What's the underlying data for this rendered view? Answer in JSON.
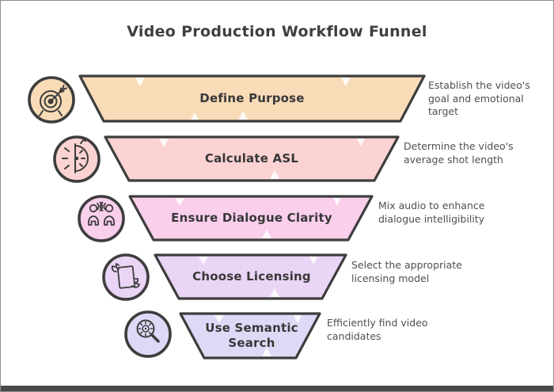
{
  "title": "Video Production Workflow Funnel",
  "theme": {
    "background": "#ffffff",
    "outline_color": "#3d3d3d",
    "title_color": "#3f3f3f",
    "description_color": "#4f4f4f",
    "bottom_bar_color": "#4a4a4c"
  },
  "stages": [
    {
      "label": "Define Purpose",
      "description": "Establish the video's goal and emotional target",
      "color": "#F8DBB7",
      "icon": "target-icon"
    },
    {
      "label": "Calculate ASL",
      "description": "Determine the video's average shot length",
      "color": "#FAD3D2",
      "icon": "stopwatch-icon"
    },
    {
      "label": "Ensure Dialogue Clarity",
      "description": "Mix audio to enhance dialogue intelligibility",
      "color": "#F9CFEC",
      "icon": "dialogue-people-icon"
    },
    {
      "label": "Choose Licensing",
      "description": "Select the appropriate licensing model",
      "color": "#EAD5F6",
      "icon": "document-hand-icon"
    },
    {
      "label": "Use Semantic Search",
      "description": "Efficiently find video candidates",
      "color": "#DFD9F7",
      "icon": "semantic-search-icon"
    }
  ]
}
